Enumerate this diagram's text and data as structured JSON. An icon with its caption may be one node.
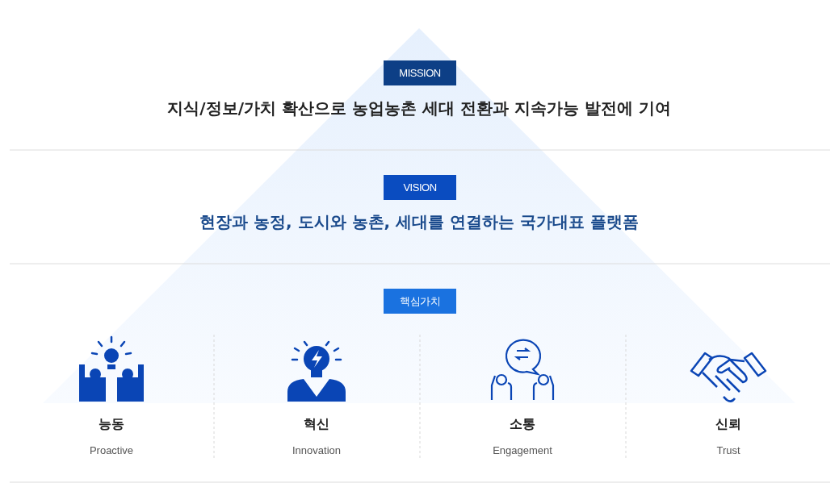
{
  "diagram": {
    "nodes": [
      {
        "text": [
          "MISSION"
        ]
      },
      {
        "text": [
          "VISION"
        ]
      },
      {
        "text": [
          "핵심가치"
        ]
      }
    ],
    "labels": [
      "지식/정보/가치 확산으로 농업농촌 세대 전환과 지속가능 발전에 기여",
      "현장과 농정, 도시와 농촌, 세대를 연결하는 국가대표 플랫폼",
      "능동",
      "Proactive",
      "혁신",
      "Innovation",
      "소통",
      "Engagement",
      "신뢰",
      "Trust"
    ]
  }
}
